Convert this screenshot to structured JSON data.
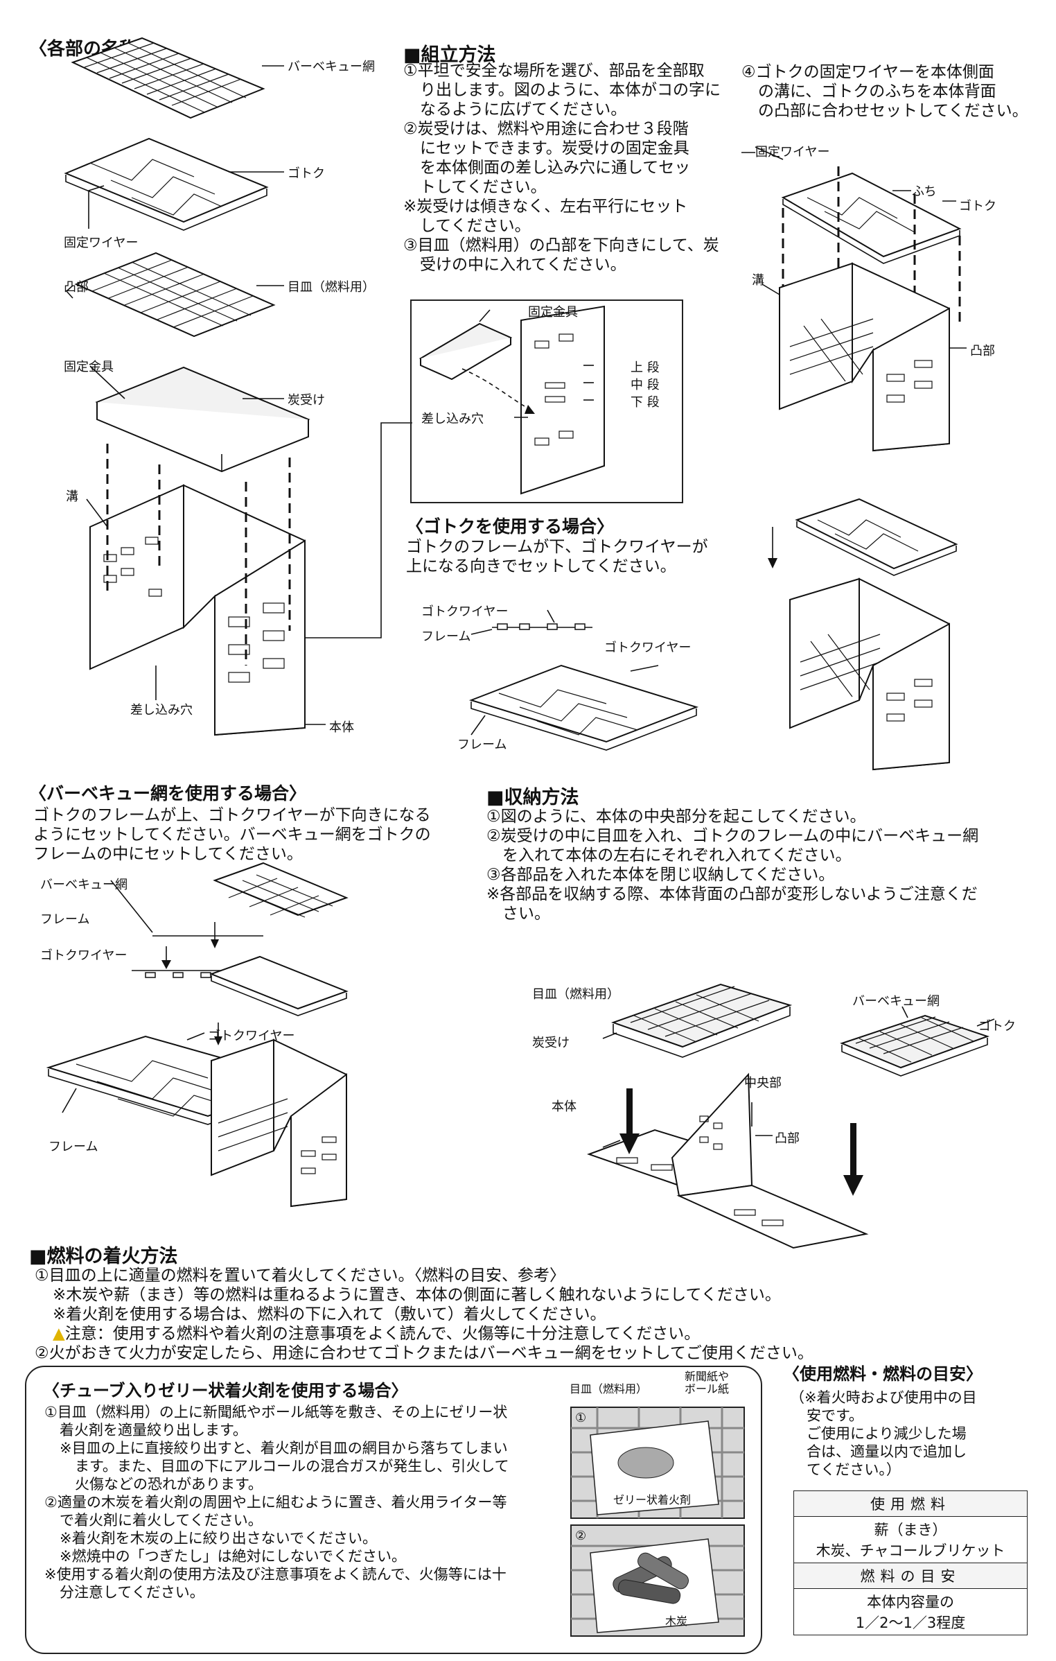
{
  "parts": {
    "title": "〈各部の名称〉",
    "labels": {
      "bbq_net": "バーベキュー網",
      "gotoku": "ゴトク",
      "fixing_wire": "固定ワイヤー",
      "convex": "凸部",
      "grate": "目皿（燃料用）",
      "fixing_bracket": "固定金具",
      "ash_tray": "炭受け",
      "groove": "溝",
      "slot": "差し込み穴",
      "body": "本体"
    }
  },
  "assembly": {
    "title": "組立方法",
    "steps": [
      "①平坦で安全な場所を選び、部品を全部取",
      "り出します。図のように、本体がコの字に",
      "なるように広げてください。",
      "②炭受けは、燃料や用途に合わせ３段階",
      "にセットできます。炭受けの固定金具",
      "を本体側面の差し込み穴に通してセッ",
      "トしてください。",
      "※炭受けは傾きなく、左右平行にセット",
      "してください。",
      "③目皿（燃料用）の凸部を下向きにして、炭",
      "受けの中に入れてください。"
    ],
    "inset": {
      "fixing_bracket": "固定金具",
      "upper": "上 段",
      "middle": "中 段",
      "lower": "下 段",
      "slot": "差し込み穴"
    },
    "step4": [
      "④ゴトクの固定ワイヤーを本体側面",
      "の溝に、ゴトクのふちを本体背面",
      "の凸部に合わせセットしてください。"
    ],
    "step4_labels": {
      "fixing_wire": "固定ワイヤー",
      "rim": "ふち",
      "gotoku": "ゴトク",
      "groove": "溝",
      "convex": "凸部"
    }
  },
  "gotoku_use": {
    "title": "〈ゴトクを使用する場合〉",
    "lines": [
      "ゴトクのフレームが下、ゴトクワイヤーが",
      "上になる向きでセットしてください。"
    ],
    "labels": {
      "wire": "ゴトクワイヤー",
      "frame": "フレーム",
      "wire2": "ゴトクワイヤー",
      "frame2": "フレーム"
    }
  },
  "bbq_use": {
    "title": "〈バーベキュー網を使用する場合〉",
    "lines": [
      "ゴトクのフレームが上、ゴトクワイヤーが下向きになる",
      "ようにセットしてください。バーベキュー網をゴトクの",
      "フレームの中にセットしてください。"
    ],
    "labels": {
      "net": "バーベキュー網",
      "frame": "フレーム",
      "wire": "ゴトクワイヤー",
      "wire2": "ゴトクワイヤー",
      "frame2": "フレーム"
    }
  },
  "storage": {
    "title": "収納方法",
    "lines": [
      "①図のように、本体の中央部分を起こしてください。",
      "②炭受けの中に目皿を入れ、ゴトクのフレームの中にバーベキュー網",
      "　を入れて本体の左右にそれぞれ入れてください。",
      "③各部品を入れた本体を閉じ収納してください。",
      "※各部品を収納する際、本体背面の凸部が変形しないようご注意くだ",
      "　さい。"
    ],
    "labels": {
      "grate": "目皿（燃料用）",
      "ash_tray": "炭受け",
      "body": "本体",
      "center": "中央部",
      "convex": "凸部",
      "bbq_net": "バーベキュー網",
      "gotoku": "ゴトク"
    }
  },
  "ignition": {
    "title": "燃料の着火方法",
    "lines": [
      "①目皿の上に適量の燃料を置いて着火してください。〈燃料の目安、参考〉",
      "※木炭や薪（まき）等の燃料は重ねるように置き、本体の側面に著しく触れないようにしてください。",
      "※着火剤を使用する場合は、燃料の下に入れて（敷いて）着火してください。",
      "注意：使用する燃料や着火剤の注意事項をよく読んで、火傷等に十分注意してください。",
      "②火がおきて火力が安定したら、用途に合わせてゴトクまたはバーベキュー網をセットしてご使用ください。"
    ]
  },
  "gel": {
    "title": "〈チューブ入りゼリー状着火剤を使用する場合〉",
    "lines": [
      "①目皿（燃料用）の上に新聞紙やボール紙等を敷き、その上にゼリー状",
      "着火剤を適量絞り出します。",
      "※目皿の上に直接絞り出すと、着火剤が目皿の網目から落ちてしまい",
      "ます。また、目皿の下にアルコールの混合ガスが発生し、引火して",
      "火傷などの恐れがあります。",
      "②適量の木炭を着火剤の周囲や上に組むように置き、着火用ライター等",
      "で着火剤に着火してください。",
      "※着火剤を木炭の上に絞り出さないでください。",
      "※燃焼中の「つぎたし」は絶対にしないでください。",
      "※使用する着火剤の使用方法及び注意事項をよく読んで、火傷等には十",
      "分注意してください。"
    ],
    "fig_labels": {
      "grate": "目皿（燃料用）",
      "paper1": "新聞紙や",
      "paper2": "ボール紙",
      "gel": "ゼリー状着火剤",
      "charcoal": "木炭",
      "n1": "①",
      "n2": "②"
    }
  },
  "fuel": {
    "title": "〈使用燃料・燃料の目安〉",
    "lines": [
      "（※着火時および使用中の目",
      "安です。",
      "ご使用により減少した場",
      "合は、適量以内で追加し",
      "てください。）"
    ],
    "table": {
      "h1": "使用燃料",
      "v1a": "薪（まき）",
      "v1b": "木炭、チャコールブリケット",
      "h2": "燃料の目安",
      "v2a": "本体内容量の",
      "v2b": "1／2〜1／3程度"
    }
  }
}
